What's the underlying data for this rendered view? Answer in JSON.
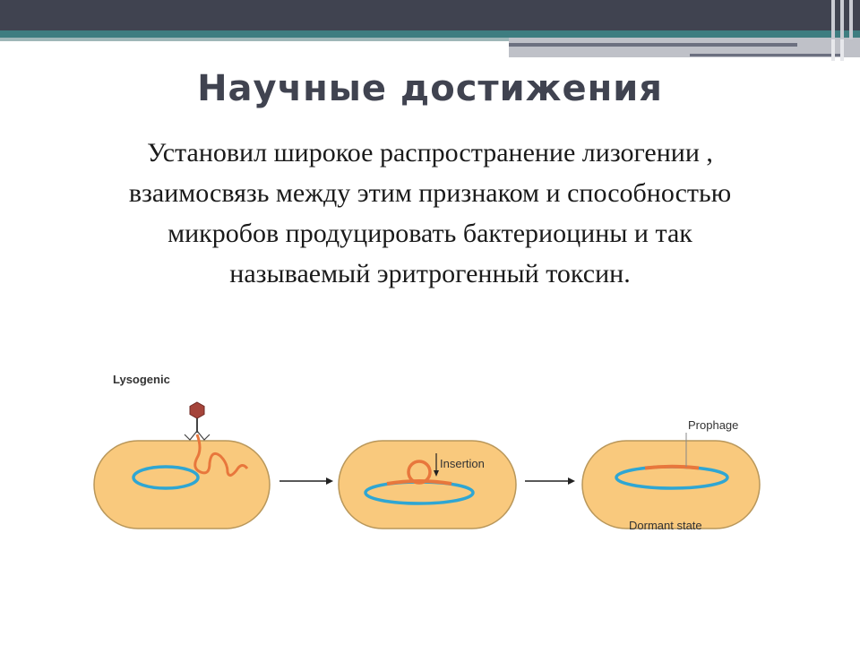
{
  "slide": {
    "title": "Научные достижения",
    "body": "Установил широкое распространение лизогении , взаимосвязь между этим признаком и способностью микробов продуцировать бактериоцины  и так называемый эритрогенный токсин."
  },
  "diagram": {
    "heading": "Lysogenic",
    "insertion_label": "Insertion",
    "prophage_label": "Prophage",
    "dormant_label": "Dormant state"
  },
  "colors": {
    "header_dark": "#404350",
    "header_teal": "#3e7d80",
    "cell_fill": "#f9c97d",
    "cell_stroke": "#b9975a",
    "dna_blue": "#2fa6d3",
    "phage_orange": "#e8773c",
    "phage_head": "#a5443a"
  }
}
